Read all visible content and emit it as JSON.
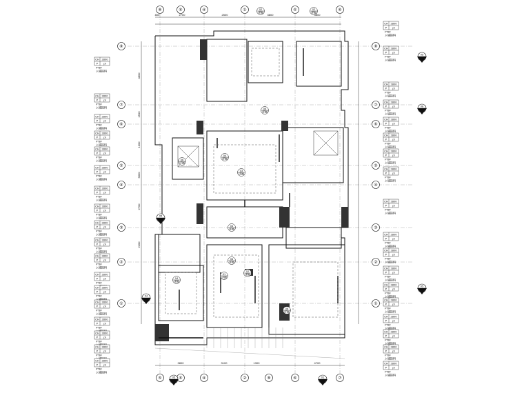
{
  "grid_top": [
    "⑧",
    "⑥",
    "④",
    "①",
    "⑤",
    "⑥"
  ],
  "grid_bottom": [
    "⑤",
    "⑥",
    "④",
    "②",
    "⑨",
    "⑥",
    "⑦"
  ],
  "grid_left": [
    "⑧",
    "⑦",
    "⑥",
    "⑤",
    "④",
    "③",
    "②",
    "①"
  ],
  "dims_top": [
    "800",
    "2700",
    "2500",
    "3800",
    "3800"
  ],
  "dims_bottom": [
    "3800",
    "3100",
    "1300",
    "4700"
  ],
  "dims_left": [
    "4800",
    "1500",
    "1000",
    "5800",
    "2700",
    "2400"
  ],
  "section_markers": [
    {
      "num": "05",
      "ref": "详图"
    },
    {
      "num": "08",
      "ref": "详图"
    },
    {
      "num": "05",
      "ref": "详图"
    },
    {
      "num": "05",
      "ref": "详图"
    },
    {
      "num": "04",
      "ref": "详图"
    },
    {
      "num": "05",
      "ref": "详图"
    },
    {
      "num": "01",
      "ref": "详图"
    }
  ],
  "room_tags": [
    {
      "num": "02",
      "ref": "详图"
    },
    {
      "num": "02",
      "ref": "详图"
    },
    {
      "num": "05",
      "ref": "详图"
    },
    {
      "num": "06",
      "ref": "详图"
    },
    {
      "num": "04",
      "ref": "详图"
    },
    {
      "num": "03",
      "ref": "详图"
    },
    {
      "num": "04",
      "ref": "详图"
    },
    {
      "num": "06",
      "ref": "详图"
    },
    {
      "num": "04",
      "ref": "详图"
    },
    {
      "num": "01",
      "ref": "详图"
    },
    {
      "num": "02",
      "ref": "详图"
    },
    {
      "num": "06",
      "ref": "详图"
    }
  ],
  "legend": {
    "row1": [
      "CH",
      "2800"
    ],
    "row2": [
      "P",
      "pt"
    ],
    "elev": "F″BF",
    "note": "入墙投料"
  }
}
